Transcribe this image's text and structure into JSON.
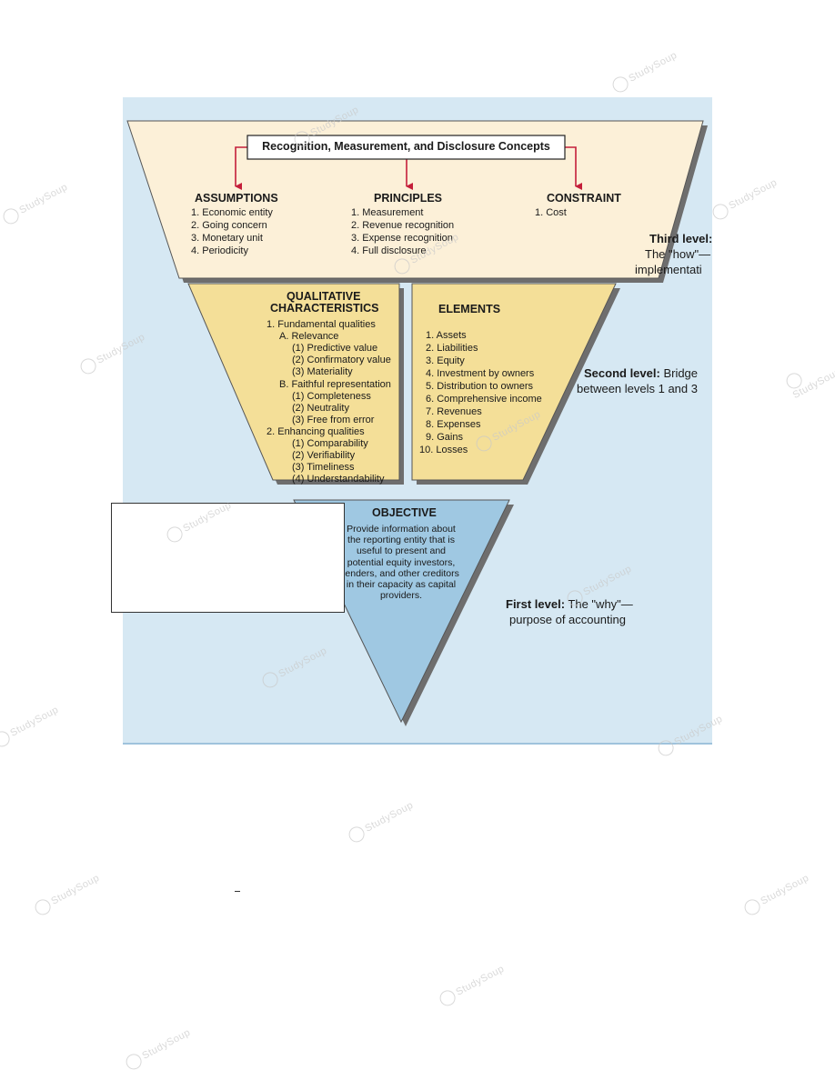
{
  "top_box": "Recognition, Measurement, and Disclosure Concepts",
  "assumptions": {
    "title": "ASSUMPTIONS",
    "items": [
      "1. Economic entity",
      "2. Going concern",
      "3. Monetary unit",
      "4. Periodicity"
    ]
  },
  "principles": {
    "title": "PRINCIPLES",
    "items": [
      "1. Measurement",
      "2. Revenue recognition",
      "3. Expense recognition",
      "4. Full disclosure"
    ]
  },
  "constraint": {
    "title": "CONSTRAINT",
    "items": [
      "1. Cost"
    ]
  },
  "third_level": {
    "label": "Third level:",
    "line1": "The \"how\"—",
    "line2": "implementati"
  },
  "qualitative": {
    "title1": "QUALITATIVE",
    "title2": "CHARACTERISTICS",
    "items": [
      "1. Fundamental qualities",
      "A. Relevance",
      "(1) Predictive value",
      "(2) Confirmatory value",
      "(3) Materiality",
      "B. Faithful representation",
      "(1) Completeness",
      "(2) Neutrality",
      "(3) Free from error",
      "2. Enhancing qualities",
      "(1) Comparability",
      "(2) Verifiability",
      "(3) Timeliness",
      "(4) Understandability"
    ]
  },
  "elements": {
    "title": "ELEMENTS",
    "items": [
      "1. Assets",
      "2. Liabilities",
      "3. Equity",
      "4. Investment by owners",
      "5. Distribution to owners",
      "6. Comprehensive income",
      "7. Revenues",
      "8. Expenses",
      "9. Gains",
      "10. Losses"
    ]
  },
  "second_level": {
    "label": "Second level:",
    "line1": "Bridge",
    "line2": "between levels 1 and 3"
  },
  "objective": {
    "title": "OBJECTIVE",
    "text": "Provide information about the reporting entity that is useful to present and potential equity investors, lenders, and other creditors in their capacity as capital providers."
  },
  "first_level": {
    "label": "First level:",
    "line1": "The \"why\"—",
    "line2": "purpose of accounting"
  },
  "watermark": "StudySoup",
  "colors": {
    "background": "#d6e8f3",
    "top_tier": "#fcf0d8",
    "middle_tier": "#f4df98",
    "objective": "#9fc8e2",
    "arrow": "#c41e3a"
  }
}
